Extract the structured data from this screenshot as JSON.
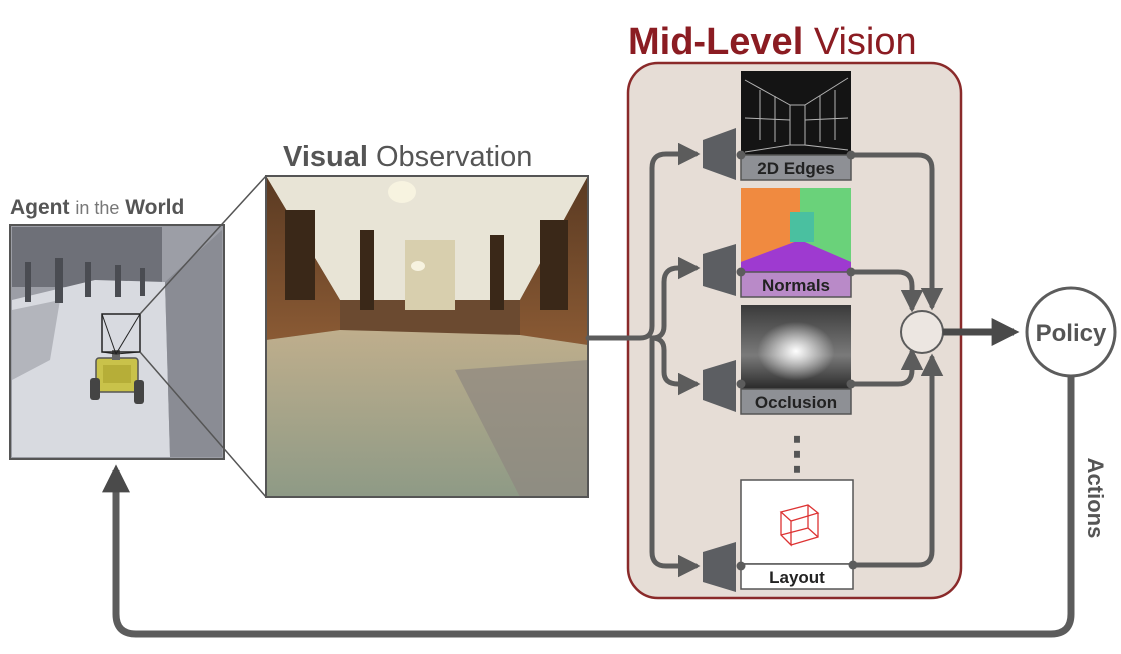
{
  "agent_title": {
    "bold1": "Agent",
    "mid": "in the",
    "bold2": "World"
  },
  "observation_title": {
    "bold": "Visual",
    "rest": "Observation"
  },
  "midlevel_title": {
    "bold": "Mid-Level",
    "rest": "Vision"
  },
  "features": [
    {
      "label": "2D Edges"
    },
    {
      "label": "Normals"
    },
    {
      "label": "Occlusion"
    },
    {
      "label": "Layout"
    }
  ],
  "ellipsis": "⋮",
  "policy_label": "Policy",
  "actions_label": "Actions",
  "colors": {
    "midlevel_accent": "#8b1c22",
    "panel_fill": "#e6ddd6",
    "panel_border": "#8a2a2a",
    "arrow_gray": "#5c5c5c",
    "label_bar": "#8e9095",
    "normals_bar": "#b98ac8"
  }
}
